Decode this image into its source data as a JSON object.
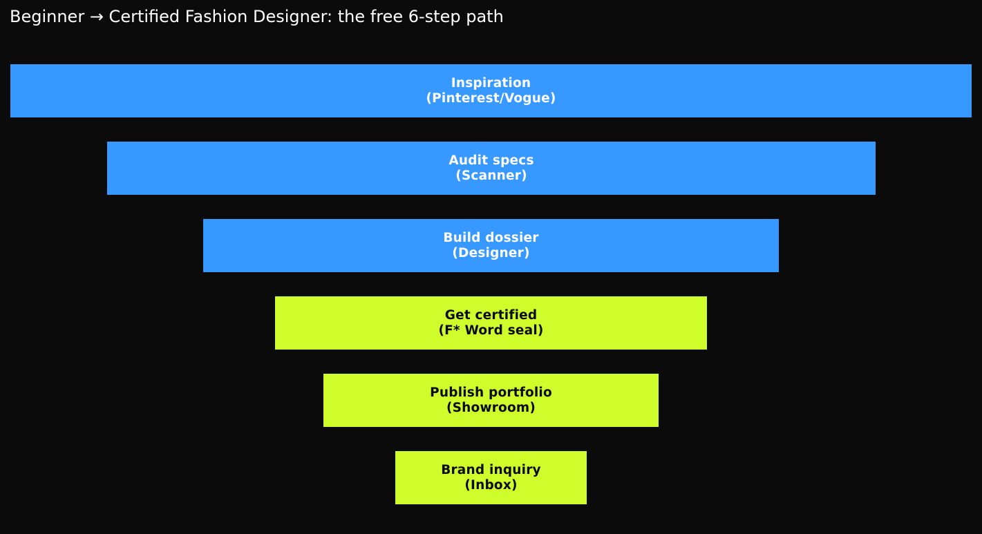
{
  "title": "Beginner → Certified Fashion Designer: the free 6-step path",
  "colors": {
    "background": "#0b0b0b",
    "primary_step": "#3799ff",
    "accent_step": "#cffc2b"
  },
  "steps": [
    {
      "name": "Inspiration",
      "source": "(Pinterest/Vogue)",
      "color": "blue"
    },
    {
      "name": "Audit specs",
      "source": "(Scanner)",
      "color": "blue"
    },
    {
      "name": "Build dossier",
      "source": "(Designer)",
      "color": "blue"
    },
    {
      "name": "Get certified",
      "source": "(F* Word seal)",
      "color": "lime"
    },
    {
      "name": "Publish portfolio",
      "source": "(Showroom)",
      "color": "lime"
    },
    {
      "name": "Brand inquiry",
      "source": "(Inbox)",
      "color": "lime"
    }
  ]
}
